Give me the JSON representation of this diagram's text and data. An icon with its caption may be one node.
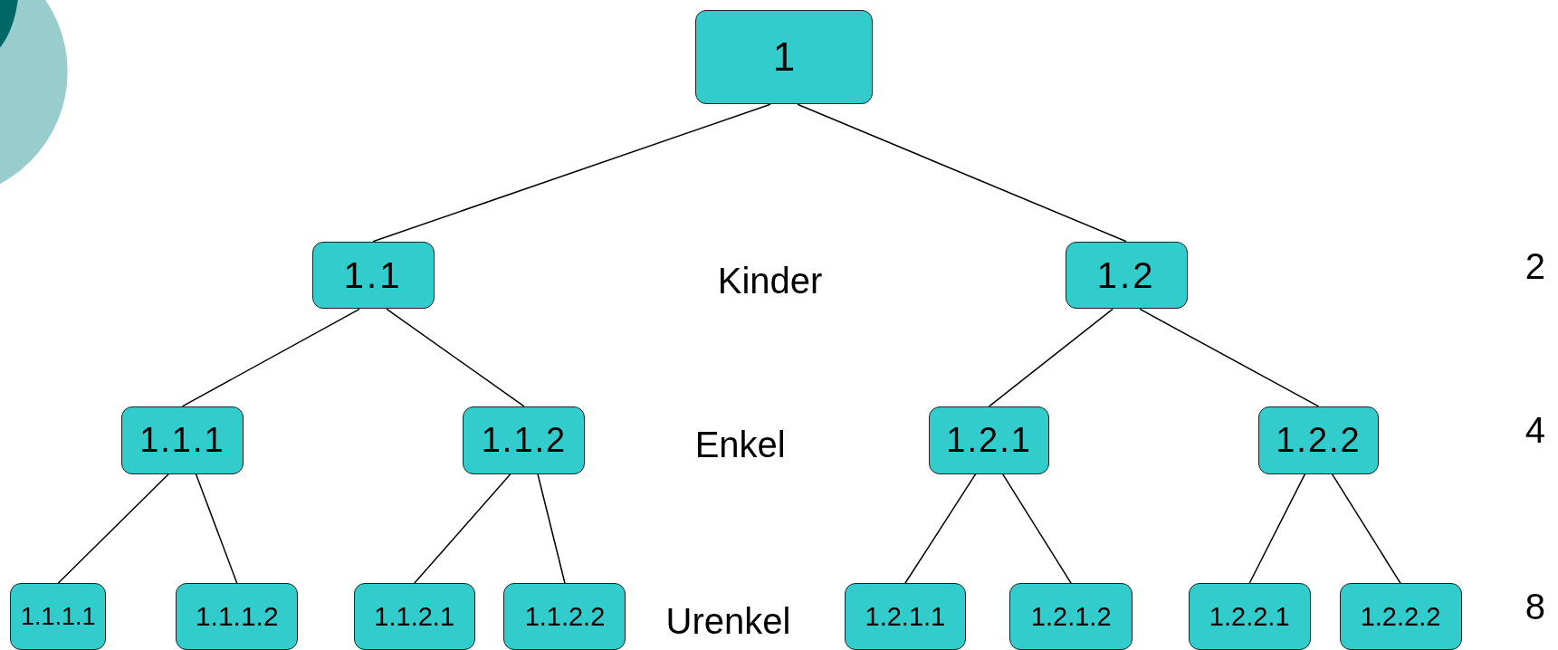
{
  "diagram": {
    "nodes": [
      {
        "text": [
          "1"
        ]
      },
      {
        "text": [
          "1.1"
        ]
      },
      {
        "text": [
          "1.2"
        ]
      },
      {
        "text": [
          "1.1.1"
        ]
      },
      {
        "text": [
          "1.1.2"
        ]
      },
      {
        "text": [
          "1.2.1"
        ]
      },
      {
        "text": [
          "1.2.2"
        ]
      },
      {
        "text": [
          "1.1.1.1"
        ]
      },
      {
        "text": [
          "1.1.1.2"
        ]
      },
      {
        "text": [
          "1.1.2.1"
        ]
      },
      {
        "text": [
          "1.1.2.2"
        ]
      },
      {
        "text": [
          "1.2.1.1"
        ]
      },
      {
        "text": [
          "1.2.1.2"
        ]
      },
      {
        "text": [
          "1.2.2.1"
        ]
      },
      {
        "text": [
          "1.2.2.2"
        ]
      }
    ],
    "edges": [
      {
        "from": 0,
        "to": 1,
        "arrow": "none"
      },
      {
        "from": 0,
        "to": 2,
        "arrow": "none"
      },
      {
        "from": 1,
        "to": 3,
        "arrow": "none"
      },
      {
        "from": 1,
        "to": 4,
        "arrow": "none"
      },
      {
        "from": 2,
        "to": 5,
        "arrow": "none"
      },
      {
        "from": 2,
        "to": 6,
        "arrow": "none"
      },
      {
        "from": 3,
        "to": 7,
        "arrow": "none"
      },
      {
        "from": 3,
        "to": 8,
        "arrow": "none"
      },
      {
        "from": 4,
        "to": 9,
        "arrow": "none"
      },
      {
        "from": 4,
        "to": 10,
        "arrow": "none"
      },
      {
        "from": 5,
        "to": 11,
        "arrow": "none"
      },
      {
        "from": 5,
        "to": 12,
        "arrow": "none"
      },
      {
        "from": 6,
        "to": 13,
        "arrow": "none"
      },
      {
        "from": 6,
        "to": 14,
        "arrow": "none"
      }
    ],
    "labels": [
      "Kinder",
      "2",
      "Enkel",
      "4",
      "Urenkel",
      "8"
    ]
  }
}
